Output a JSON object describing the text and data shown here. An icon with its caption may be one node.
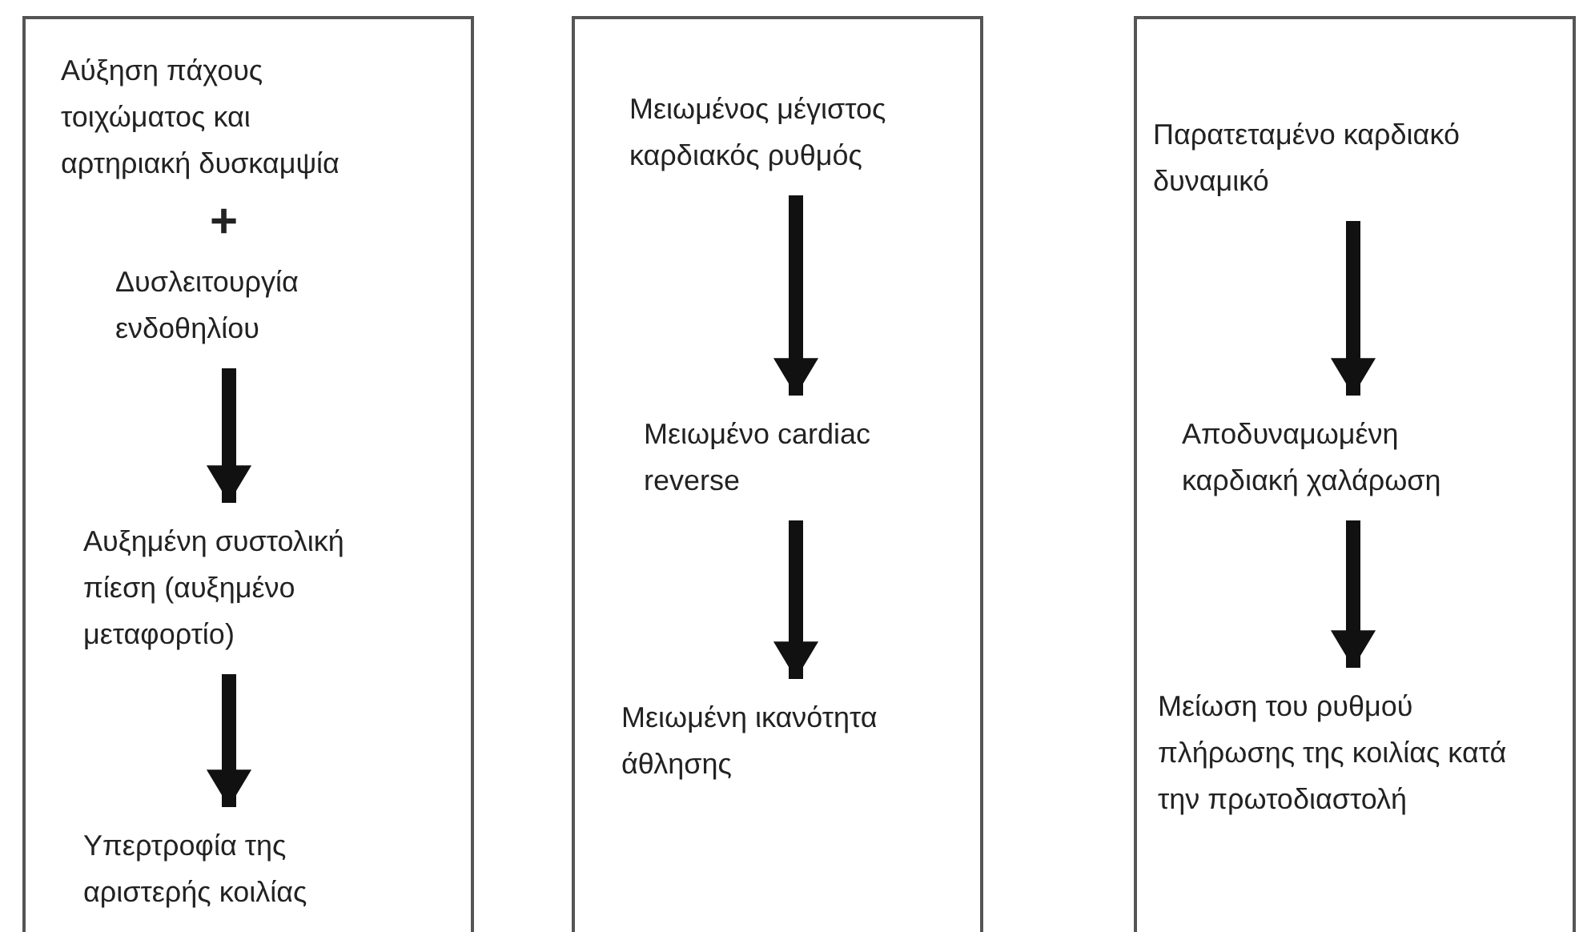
{
  "diagram": {
    "nodes": [
      {
        "text": [],
        "shape": "box"
      },
      {
        "text": [
          "Αύξηση πάχους τοιχώματος και αρτηριακή δυσκαμψία"
        ],
        "in": 0
      },
      {
        "text": [
          "Δυσλειτουργία ενδοθηλίου"
        ],
        "in": 0
      },
      {
        "text": [
          "Αυξημένη συστολική πίεση (αυξημένο μεταφορτίο)"
        ],
        "in": 0
      },
      {
        "text": [
          "Υπερτροφία της αριστερής κοιλίας"
        ],
        "in": 0
      },
      {
        "text": [],
        "shape": "box"
      },
      {
        "text": [
          "Μειωμένος μέγιστος καρδιακός ρυθμός"
        ],
        "in": 5
      },
      {
        "text": [
          "Μειωμένο cardiac reverse"
        ],
        "in": 5
      },
      {
        "text": [
          "Μειωμένη ικανότητα άθλησης"
        ],
        "in": 5
      },
      {
        "text": [],
        "shape": "box"
      },
      {
        "text": [
          "Παρατεταμένο καρδιακό δυναμικό"
        ],
        "in": 9
      },
      {
        "text": [
          "Αποδυναμωμένη καρδιακή χαλάρωση"
        ],
        "in": 9
      },
      {
        "text": [
          "Μείωση του ρυθμού πλήρωσης της κοιλίας κατά την πρωτοδιαστολή"
        ],
        "in": 9
      }
    ],
    "edges": [
      {
        "from": 2,
        "to": 3,
        "arrow": "to"
      },
      {
        "from": 3,
        "to": 4,
        "arrow": "to"
      },
      {
        "from": 6,
        "to": 7,
        "arrow": "to"
      },
      {
        "from": 7,
        "to": 8,
        "arrow": "to"
      },
      {
        "from": 10,
        "to": 11,
        "arrow": "to"
      },
      {
        "from": 11,
        "to": 12,
        "arrow": "to"
      }
    ],
    "labels": [
      "+"
    ]
  }
}
